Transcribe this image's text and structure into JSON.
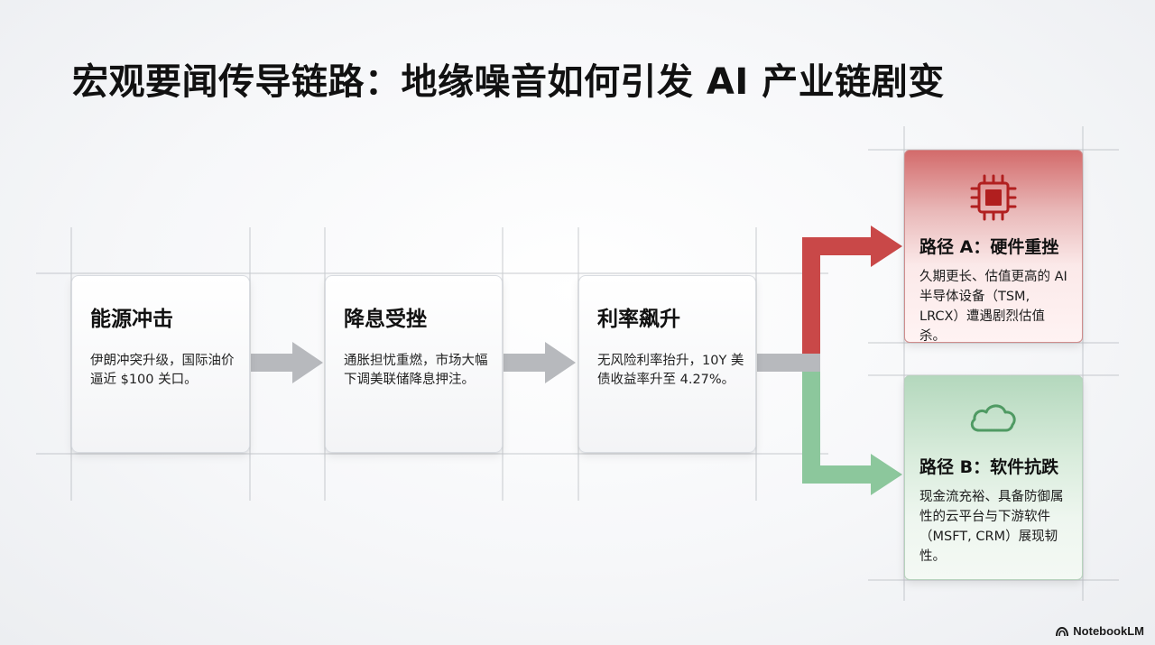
{
  "title": "宏观要闻传导链路：地缘噪音如何引发 AI 产业链剧变",
  "chain": [
    {
      "title": "能源冲击",
      "body": "伊朗冲突升级，国际油价逼近 $100 关口。"
    },
    {
      "title": "降息受挫",
      "body": "通胀担忧重燃，市场大幅下调美联储降息押注。"
    },
    {
      "title": "利率飙升",
      "body": "无风险利率抬升，10Y 美债收益率升至 4.27%。"
    }
  ],
  "paths": {
    "a": {
      "title": "路径 A：硬件重挫",
      "body": "久期更长、估值更高的 AI 半导体设备（TSM, LRCX）遭遇剧烈估值杀。",
      "icon": "chip-icon",
      "color": "#c94848"
    },
    "b": {
      "title": "路径 B：软件抗跌",
      "body": "现金流充裕、具备防御属性的云平台与下游软件（MSFT, CRM）展现韧性。",
      "icon": "cloud-icon",
      "color": "#8cc79c"
    }
  },
  "brand": "NotebookLM",
  "colors": {
    "arrow_gray": "#b7b9bd",
    "path_a_red": "#c94848",
    "path_b_green": "#8cc79c"
  }
}
